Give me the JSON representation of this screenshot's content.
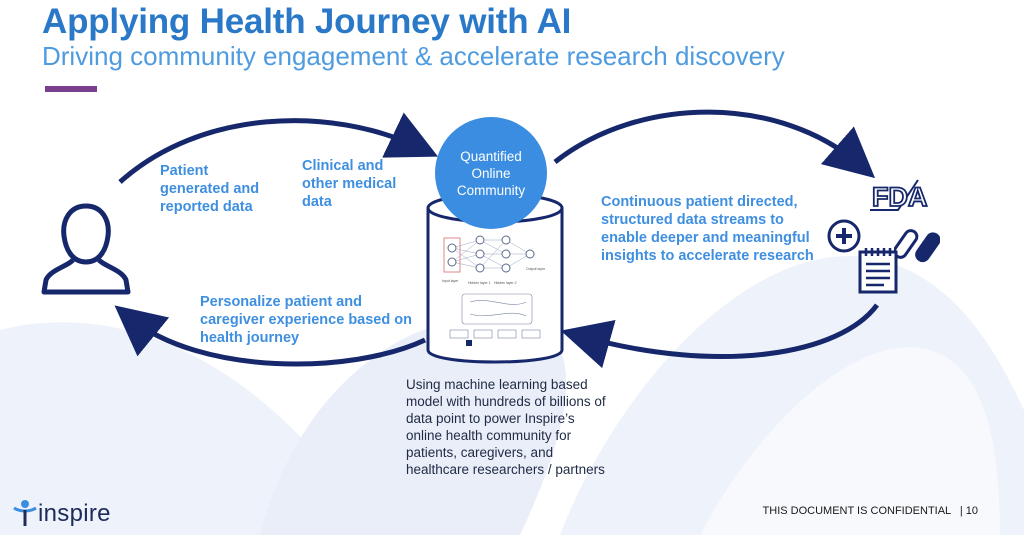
{
  "slide": {
    "title": "Applying Health Journey with AI",
    "subtitle": "Driving community engagement & accelerate research discovery"
  },
  "diagram": {
    "community_circle": [
      "Quantified",
      "Online",
      "Community"
    ],
    "label_patient_data": "Patient generated and reported data",
    "label_clinical_data": "Clinical and other medical data",
    "label_continuous": "Continuous patient directed, structured data streams to enable deeper and meaningful insights to accelerate research",
    "label_personalize": "Personalize patient and caregiver experience based on health journey",
    "label_ml": "Using machine learning based model with hundreds of billions of data point to power Inspire’s online health community for patients, caregivers, and healthcare researchers / partners",
    "fda_text": "FDA",
    "nn_labels": {
      "input": "Input layer",
      "hidden1": "Hidden layer 1",
      "hidden2": "Hidden layer 2",
      "output": "Output layer"
    }
  },
  "footer": {
    "confidential": "THIS DOCUMENT IS CONFIDENTIAL",
    "page": "| 10"
  },
  "brand": {
    "name": "inspire"
  },
  "colors": {
    "title": "#2a78c8",
    "label": "#3f8fe0",
    "arrow": "#16286b",
    "circle": "#3a8de0",
    "accent_bar": "#7a3e8e",
    "swoosh": "#e6ecf7"
  },
  "icons": [
    "person-icon",
    "fda-logo-icon",
    "plus-icon",
    "pills-icon",
    "notepad-icon",
    "database-icon",
    "neural-network-icon",
    "inspire-logo-icon"
  ]
}
